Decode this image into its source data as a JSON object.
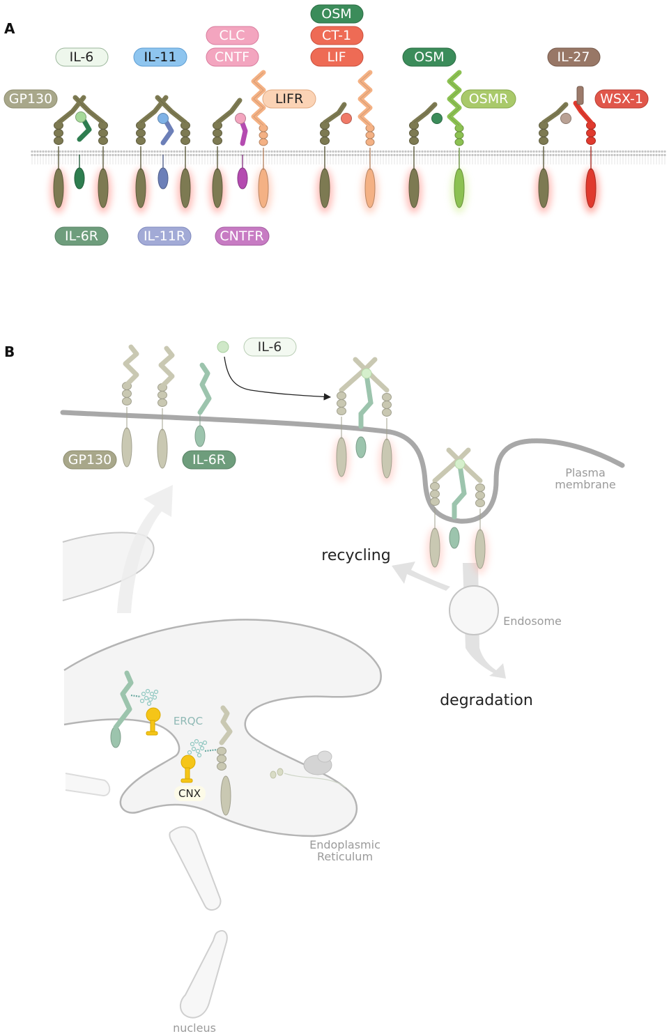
{
  "panel_a": {
    "letter": "A",
    "ligands": {
      "il6": "IL-6",
      "il11": "IL-11",
      "clc": "CLC",
      "cntf": "CNTF",
      "osm_top": "OSM",
      "ct1": "CT-1",
      "lif": "LIF",
      "osm": "OSM",
      "il27": "IL-27"
    },
    "receptors": {
      "gp130": "GP130",
      "lifr": "LIFR",
      "osmr": "OSMR",
      "wsx1": "WSX-1",
      "il6r": "IL-6R",
      "il11r": "IL-11R",
      "cntfr": "CNTFR"
    }
  },
  "panel_b": {
    "letter": "B",
    "il6": "IL-6",
    "gp130": "GP130",
    "il6r": "IL-6R",
    "plasma_membrane": [
      "Plasma",
      "membrane"
    ],
    "recycling": "recycling",
    "endosome": "Endosome",
    "degradation": "degradation",
    "erqc": "ERQC",
    "cnx": "CNX",
    "er": [
      "Endoplasmic",
      "Reticulum"
    ],
    "nucleus": "nucleus"
  },
  "colors": {
    "gp130": "#7d7a52",
    "il6r": "#2e7d4f",
    "il11r": "#6c7fb8",
    "cntfr": "#b44bb0",
    "lifr": "#f4b184",
    "osmr": "#8cc152",
    "wsx1": "#e03a2e",
    "il27": "#9c7a6a",
    "faded_gp130": "#c9c8b2",
    "faded_il6r": "#9cc4ad",
    "chaperone": "#f5c518"
  }
}
